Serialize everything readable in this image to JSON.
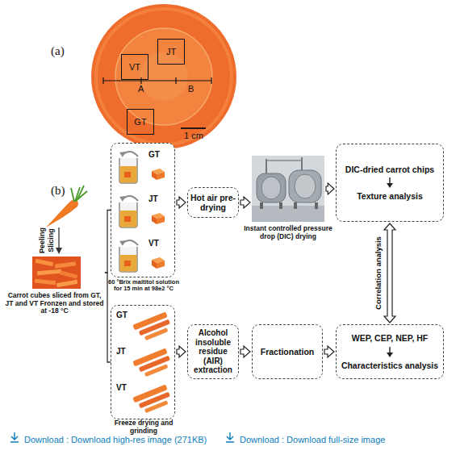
{
  "diagram": {
    "nodes": [
      {
        "text": [
          "VT"
        ]
      },
      {
        "text": [
          "JT"
        ]
      },
      {
        "text": [
          "GT"
        ]
      },
      {
        "text": [
          "Carrot cubes sliced from GT, JT and VT Fronzen and stored at -18 °C"
        ]
      },
      {
        "text": [
          "GT",
          "JT",
          "VT",
          "60 °Brix maltitol solution for 15 min at 98±2 °C"
        ]
      },
      {
        "text": [
          "Hot air pre-drying"
        ]
      },
      {
        "text": [
          "Instant controlled pressure drop (DIC) drying"
        ]
      },
      {
        "text": [
          "DIC-dried carrot chips",
          "Texture analysis"
        ]
      },
      {
        "text": [
          "GT",
          "JT",
          "VT",
          "Freeze drying and grinding"
        ]
      },
      {
        "text": [
          "Alcohol insoluble residue (AIR) extraction"
        ]
      },
      {
        "text": [
          "Fractionation"
        ]
      },
      {
        "text": [
          "WEP, CEP, NEP, HF",
          "Characteristics analysis"
        ]
      }
    ],
    "edges": [
      {
        "from": 3,
        "to": 4,
        "arrow": "none"
      },
      {
        "from": 3,
        "to": 8,
        "arrow": "none"
      },
      {
        "from": 4,
        "to": 5,
        "arrow": "to"
      },
      {
        "from": 5,
        "to": 6,
        "arrow": "to"
      },
      {
        "from": 6,
        "to": 7,
        "arrow": "to"
      },
      {
        "from": 8,
        "to": 9,
        "arrow": "to"
      },
      {
        "from": 9,
        "to": 10,
        "arrow": "to"
      },
      {
        "from": 10,
        "to": 11,
        "arrow": "to"
      },
      {
        "from": 7,
        "to": 11,
        "arrow": "both",
        "label": "Correlation analysis"
      }
    ],
    "labels": [
      "(a)",
      "A",
      "B",
      "1 cm",
      "(b)",
      "Peeling",
      "Slicing",
      "Download : Download high-res image (271KB)",
      "Download : Download full-size image"
    ]
  }
}
